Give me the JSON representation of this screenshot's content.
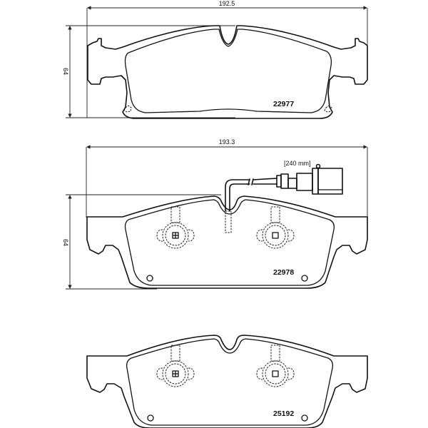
{
  "diagram": {
    "type": "technical-drawing",
    "subject": "brake pad set",
    "pads": [
      {
        "part_number": "22977",
        "width_dim": "192.5",
        "height_dim": "64",
        "has_wear_sensor": false
      },
      {
        "part_number": "22978",
        "width_dim": "193.3",
        "height_dim": "64",
        "has_wear_sensor": true,
        "sensor_cable_length": "[240 mm]"
      },
      {
        "part_number": "25192",
        "has_wear_sensor": false
      }
    ],
    "colors": {
      "line": "#111111",
      "background": "#ffffff"
    }
  }
}
